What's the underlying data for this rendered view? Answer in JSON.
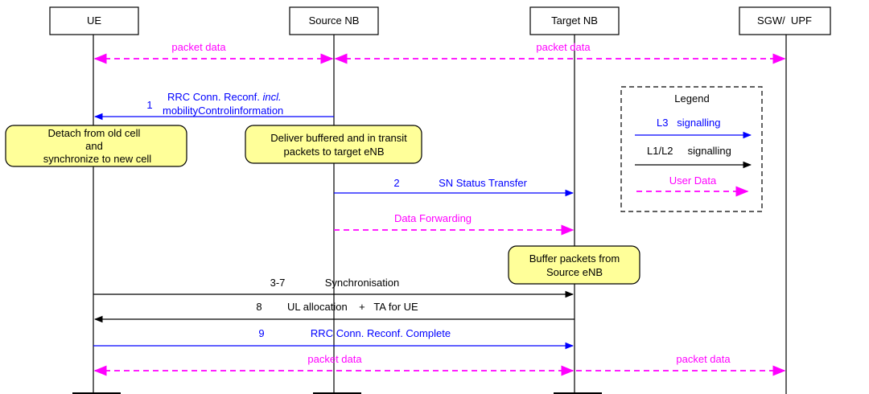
{
  "entities": {
    "ue": "UE",
    "source": "Source NB",
    "target": "Target NB",
    "sgw": "SGW/  UPF"
  },
  "messages": {
    "pd_ue_src": "packet data",
    "pd_src_sgw": "packet data",
    "rrc_num": "1",
    "rrc_line1": "RRC Conn. Reconf.",
    "rrc_line1_italic": "incl.",
    "rrc_line2": "mobilityControlinformation",
    "sn_num": "2",
    "sn_label": "SN Status Transfer",
    "fwd_label": "Data Forwarding",
    "sync_num": "3-7",
    "sync_label": "Synchronisation",
    "ul_num": "8",
    "ul_label": "UL allocation    +   TA for UE",
    "rrcc_num": "9",
    "rrcc_label": "RRC Conn. Reconf. Complete",
    "pd_ue_tgt": "packet data",
    "pd_tgt_sgw": "packet data"
  },
  "notes": {
    "detach_l1": "Detach from old cell",
    "detach_l2": "and",
    "detach_l3": "synchronize to new cell",
    "deliver_l1": "Deliver buffered and in transit",
    "deliver_l2": "packets to target eNB",
    "buffer_l1": "Buffer packets from",
    "buffer_l2": "Source eNB"
  },
  "legend": {
    "title": "Legend",
    "l3": "L3   signalling",
    "l12": "L1/L2     signalling",
    "user": "User Data"
  },
  "colors": {
    "signal_blue": "#0000ff",
    "user_magenta": "#ff00ff",
    "note_fill": "#ffff99",
    "black": "#000000"
  }
}
